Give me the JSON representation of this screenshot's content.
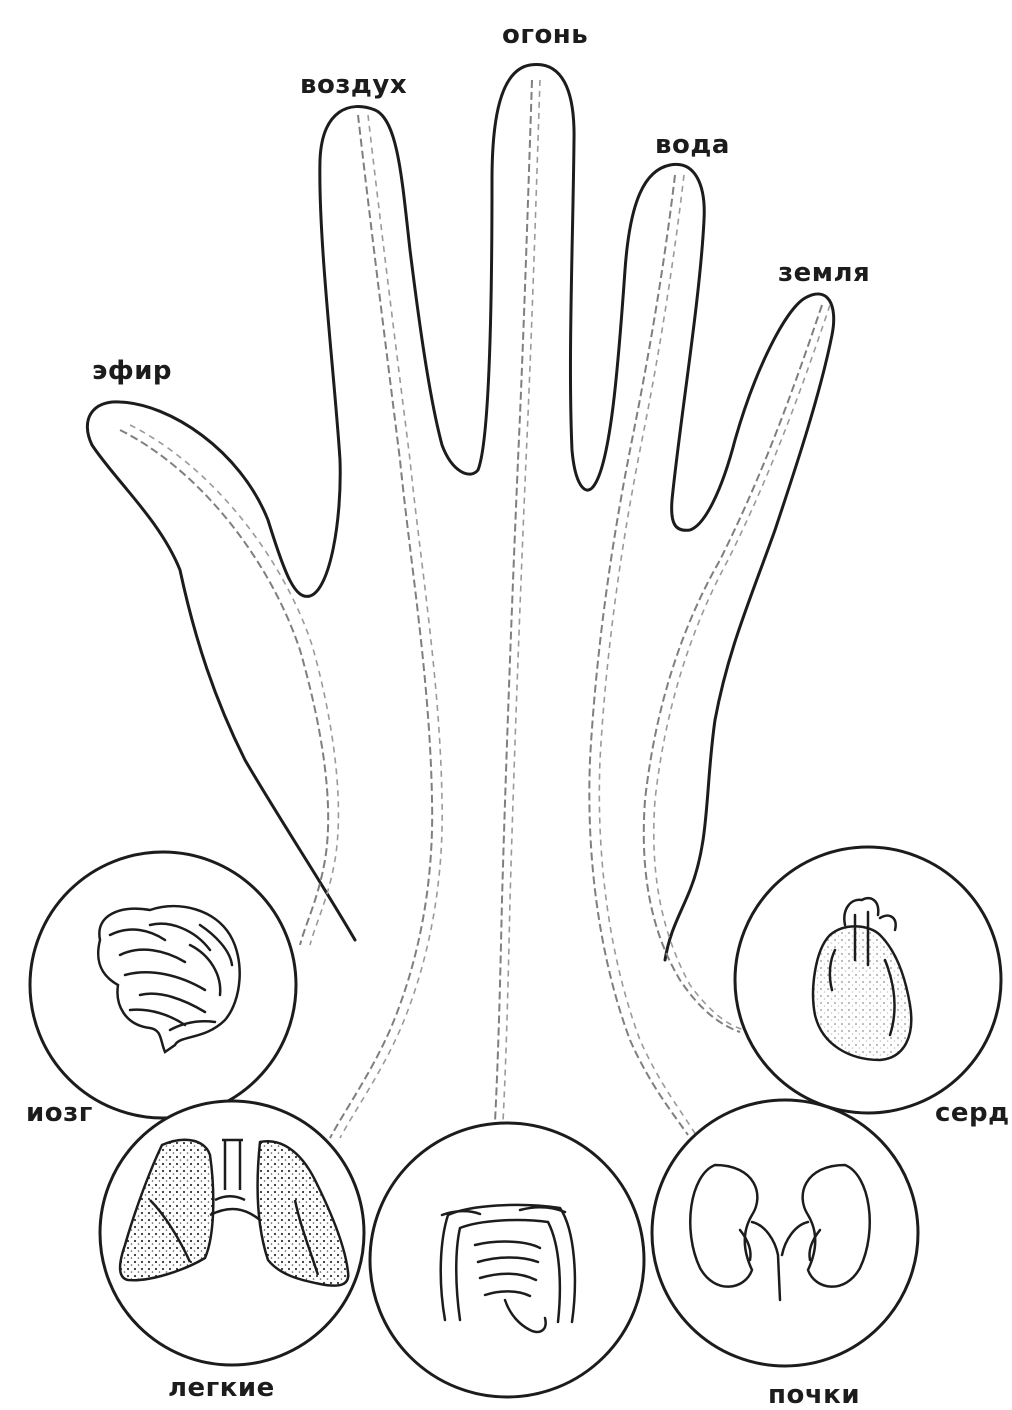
{
  "fingers": [
    {
      "id": "thumb",
      "element": "эфир"
    },
    {
      "id": "index",
      "element": "воздух"
    },
    {
      "id": "middle",
      "element": "огонь"
    },
    {
      "id": "ring",
      "element": "вода"
    },
    {
      "id": "little",
      "element": "земля"
    }
  ],
  "organs": [
    {
      "id": "brain",
      "label": "иозг"
    },
    {
      "id": "lungs",
      "label": "легкие"
    },
    {
      "id": "intestines",
      "label": ""
    },
    {
      "id": "kidneys",
      "label": "почки"
    },
    {
      "id": "heart",
      "label": "серд"
    }
  ],
  "style": {
    "ink": "#1c1c1c",
    "dashed": "#8a8a8a",
    "background": "#ffffff"
  }
}
